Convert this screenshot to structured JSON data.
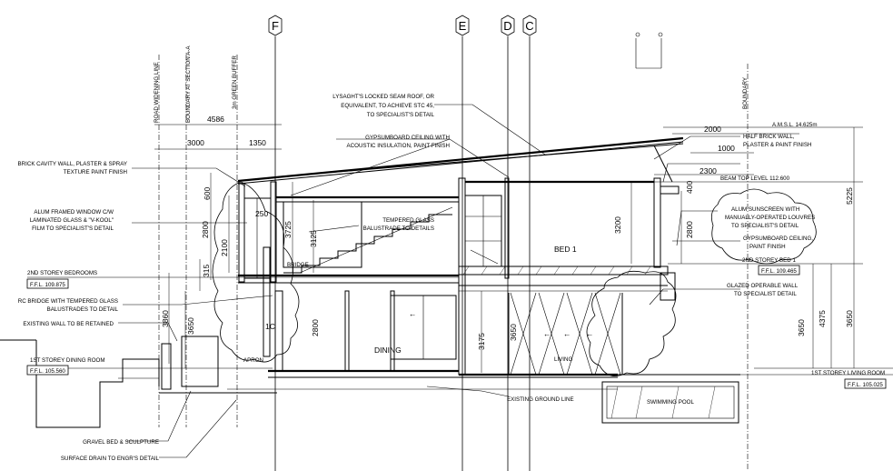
{
  "grid_lines": [
    "F",
    "E",
    "D",
    "C"
  ],
  "vertical_labels": {
    "road_widening_line": "ROAD WIDENING LINE",
    "boundary_section": "BOUNDARY AT SECTION A-A",
    "green_buffer": "3m GREEN BUFFER",
    "boundary_right": "BOUNDARY"
  },
  "dimensions": {
    "d4586": "4586",
    "d3000": "3000",
    "d1350": "1350",
    "d2000": "2000",
    "d1000": "1000",
    "d2300": "2300",
    "d600": "600",
    "d250": "250",
    "d2800a": "2800",
    "d2100": "2100",
    "d3725": "3725",
    "d3125": "3125",
    "d3200": "3200",
    "d2800b": "2800",
    "d315": "315",
    "d400": "400",
    "d3860": "3860",
    "d3650a": "3650",
    "d2800c": "2800",
    "d3175": "3175",
    "d3650b": "3650",
    "d4375": "4375",
    "d3650c": "3650",
    "d5225": "5225",
    "d3650d": "3650",
    "d1c": "1C"
  },
  "levels": {
    "amsl": "A.M.S.L. 14.625m",
    "beam_top": "BEAM TOP LEVEL 112.600",
    "second_storey_bedrooms": "2ND STOREY BEDROOMS",
    "ffl_left_2nd": "F.F.L. 109.875",
    "second_storey_bed1": "2ND STOREY BED 1",
    "ffl_right_2nd": "F.F.L. 109.465",
    "first_storey_dining": "1ST STOREY DINING ROOM",
    "ffl_left_1st": "F.F.L. 105.560",
    "first_storey_living": "1ST STOREY LIVING ROOM",
    "ffl_right_1st": "F.F.L. 105.025"
  },
  "notes": {
    "roof_1": "LYSAGHT'S LOCKED SEAM ROOF, OR",
    "roof_2": "EQUIVALENT, TO ACHIEVE STC 45,",
    "roof_3": "TO SPECIALIST'S DETAIL",
    "ceiling_1": "GYPSUMBOARD CEILING WITH",
    "ceiling_2": "ACOUSTIC INSULATION, PAINT FINISH",
    "brick_1": "BRICK CAVITY WALL, PLASTER & SPRAY",
    "brick_2": "TEXTURE PAINT FINISH",
    "window_1": "ALUM FRAMED WINDOW C/W",
    "window_2": "LAMINATED GLASS & \"V-KOOL\"",
    "window_3": "FILM TO SPECIALIST'S DETAIL",
    "glass_1": "TEMPERED GLASS",
    "glass_2": "BALUSTRADE TO DETAILS",
    "half_brick_1": "HALF BRICK WALL,",
    "half_brick_2": "PLASTER & PAINT FINISH",
    "sunscreen_1": "ALUM SUNSCREEN WITH",
    "sunscreen_2": "MANUALLY-OPERATED LOUVRES",
    "sunscreen_3": "TO SPECIALIST'S DETAIL",
    "gyps_1": "GYPSUMBOARD CEILING,",
    "gyps_2": "PAINT FINISH",
    "rc_bridge_1": "RC BRIDGE WITH TEMPERED GLASS",
    "rc_bridge_2": "BALUSTRADES TO DETAIL",
    "existing_wall": "EXISTING WALL TO BE RETAINED",
    "glazed_1": "GLAZED OPERABLE WALL",
    "glazed_2": "TO SPECIALIST DETAIL",
    "ground_line": "EXISTING GROUND LINE",
    "gravel": "GRAVEL BED & SCULPTURE",
    "drain": "SURFACE DRAIN TO ENGR'S DETAIL",
    "pool": "SWIMMING POOL"
  },
  "rooms": {
    "bed1": "BED 1",
    "bridge": "BRIDGE",
    "dining": "DINING",
    "living": "LIVING",
    "apron": "APRON"
  }
}
